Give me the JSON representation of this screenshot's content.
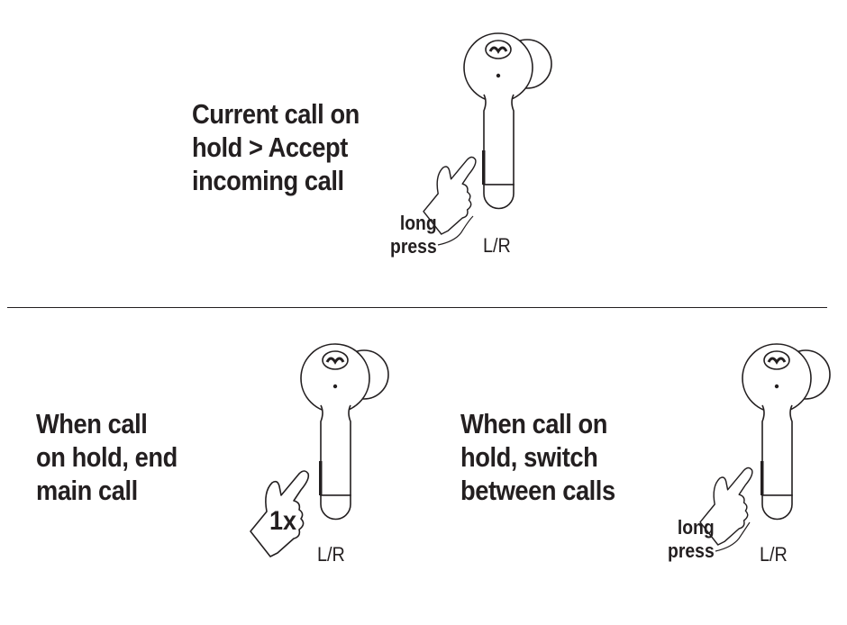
{
  "sections": [
    {
      "title": "Current call on\nhold > Accept\nincoming call",
      "gesture": "long\npress",
      "side": "L/R"
    },
    {
      "title": "When call\non hold, end\nmain call",
      "gesture": "1x",
      "side": "L/R"
    },
    {
      "title": "When call on\nhold, switch\nbetween calls",
      "gesture": "long\npress",
      "side": "L/R"
    }
  ],
  "colors": {
    "ink": "#231f20",
    "background": "#ffffff"
  }
}
